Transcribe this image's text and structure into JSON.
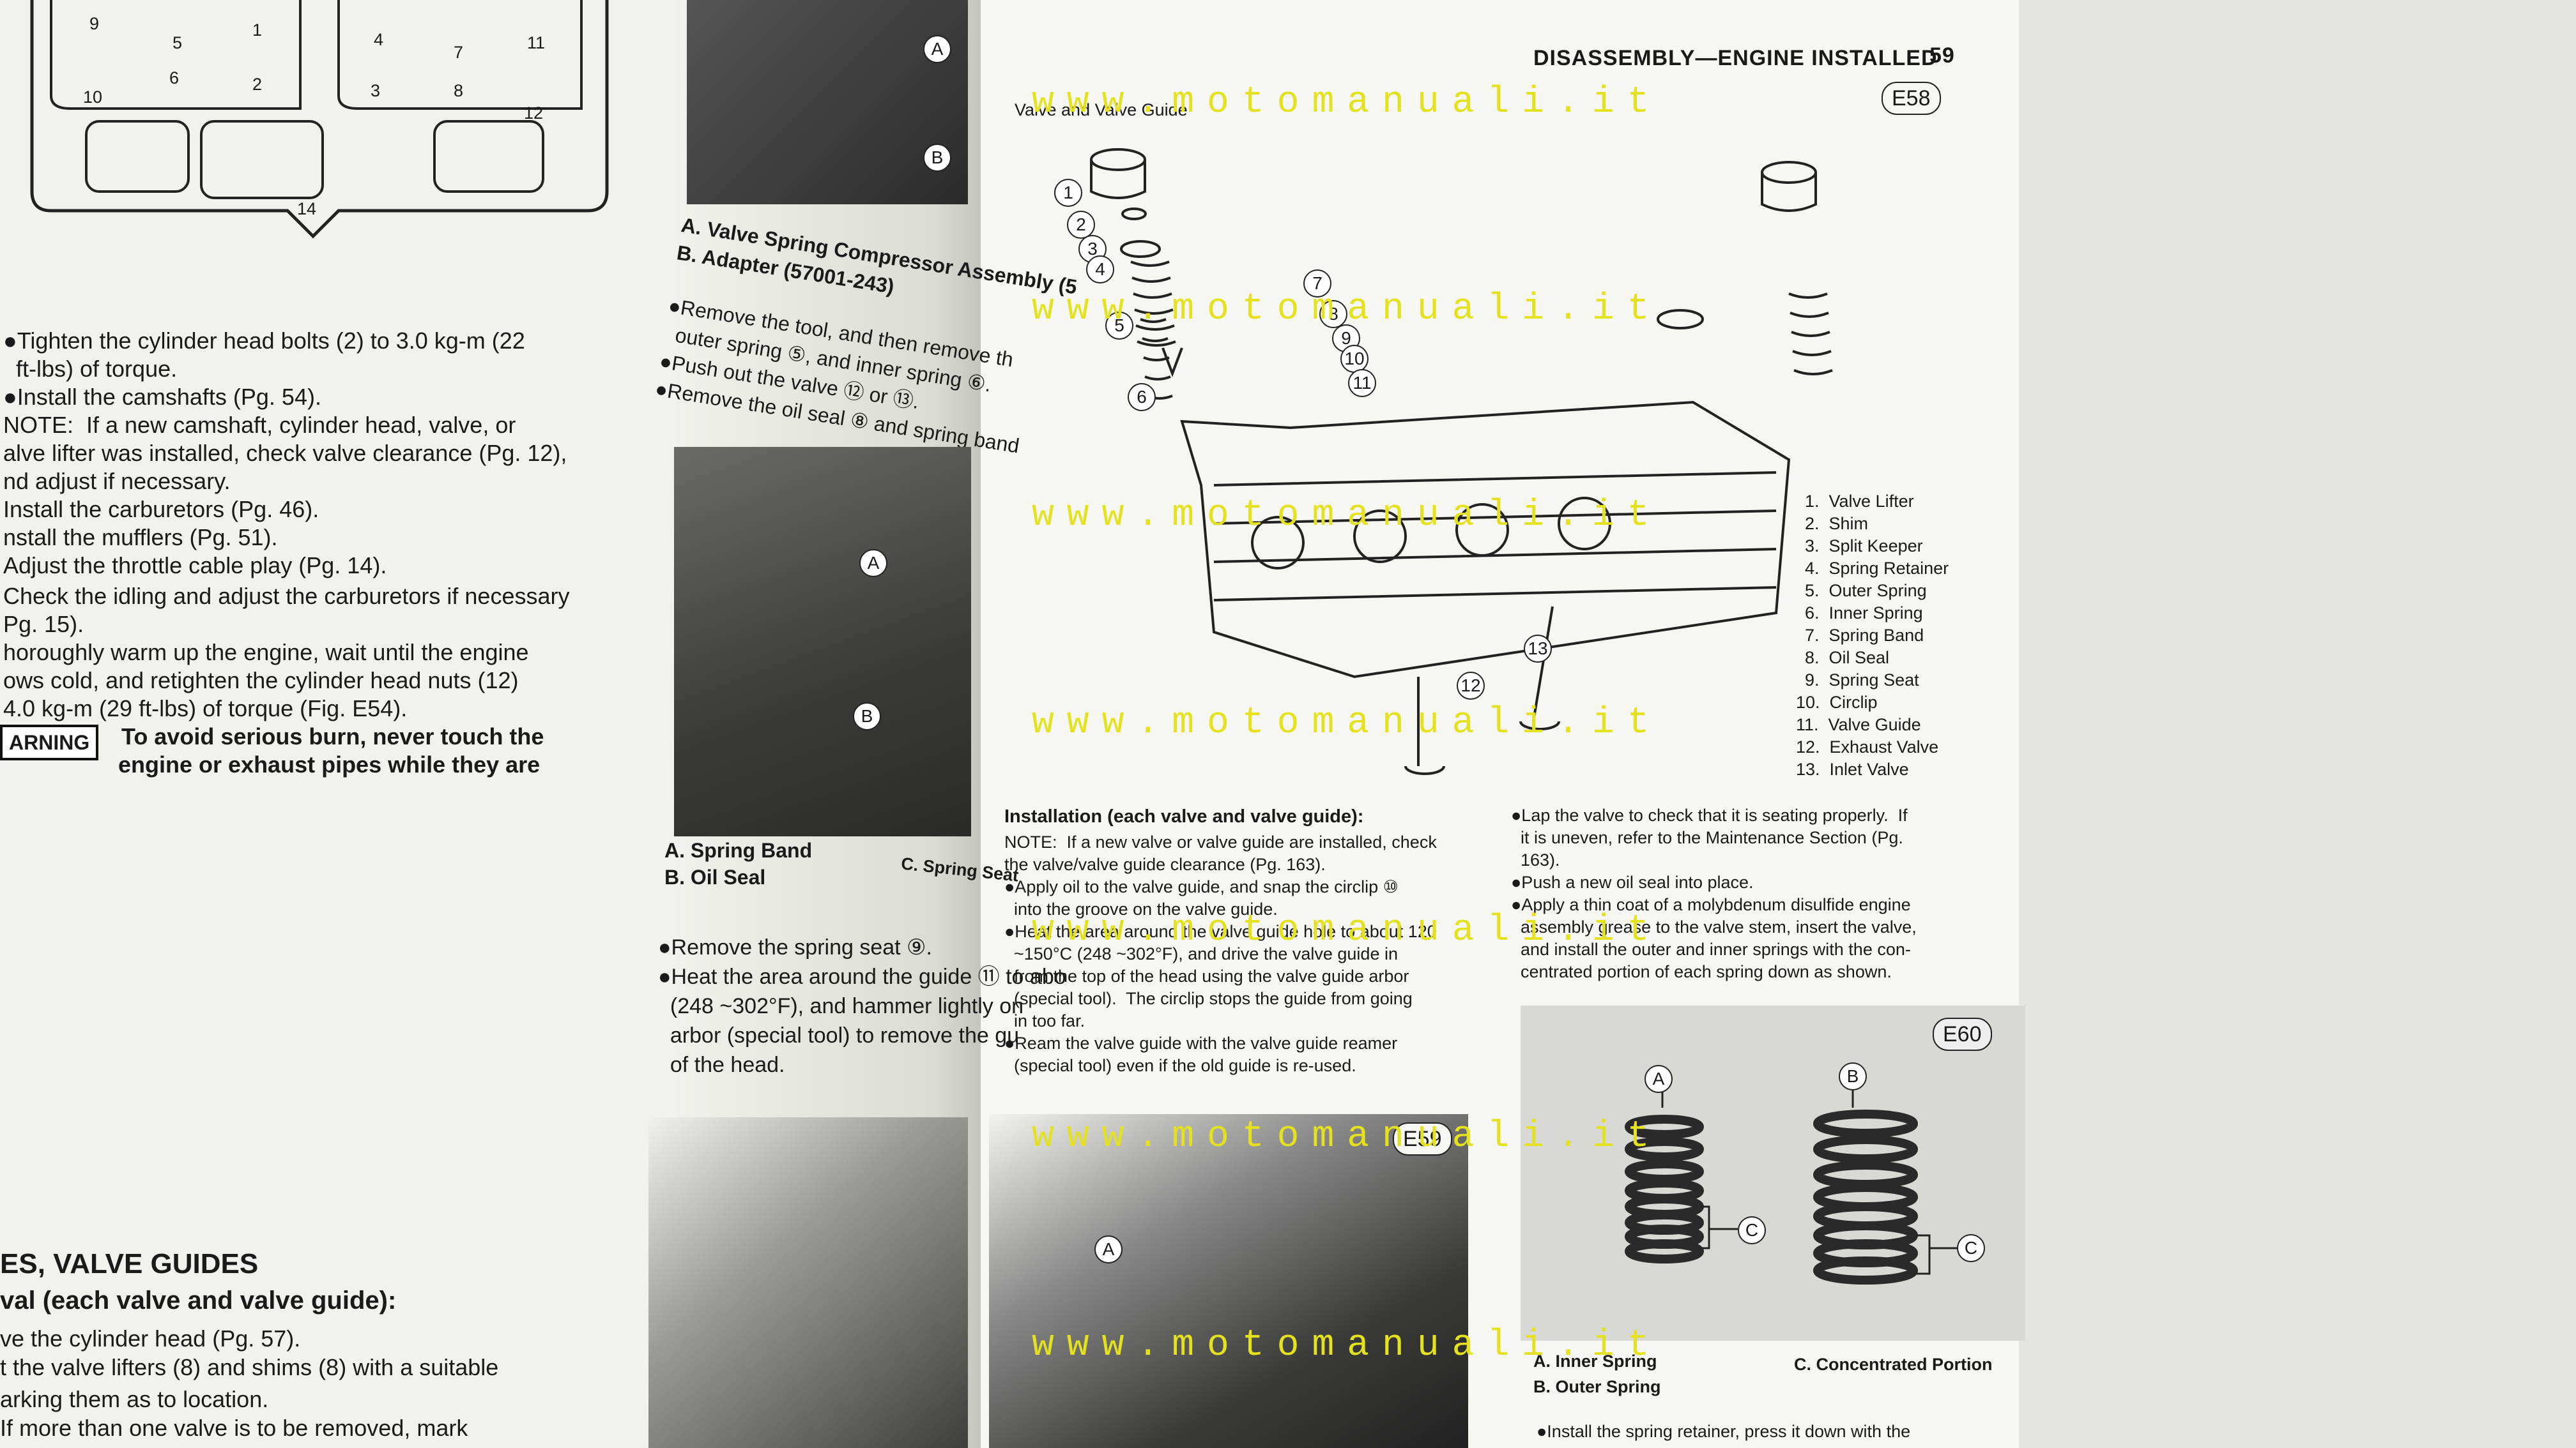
{
  "left_page": {
    "lines": [
      "●Tighten the cylinder head bolts (2) to 3.0 kg-m (22",
      "  ft-lbs) of torque.",
      "●Install the camshafts (Pg. 54).",
      "NOTE:  If a new camshaft, cylinder head, valve, or",
      "alve lifter was installed, check valve clearance (Pg. 12),",
      "nd adjust if necessary.",
      "Install the carburetors (Pg. 46).",
      "nstall the mufflers (Pg. 51).",
      "Adjust the throttle cable play (Pg. 14).",
      "Check the idling and adjust the carburetors if necessary",
      "Pg. 15).",
      "horoughly warm up the engine, wait until the engine",
      "ows cold, and retighten the cylinder head nuts (12)",
      "4.0 kg-m (29 ft-lbs) of torque (Fig. E54)."
    ],
    "warning_label": "ARNING",
    "warning_lines": [
      "To avoid serious burn, never touch the",
      "engine or exhaust pipes while they are"
    ],
    "section_heading": "ES, VALVE GUIDES",
    "subheading": "val (each valve and valve guide):",
    "bottom_lines": [
      "ve the cylinder head (Pg. 57).",
      "t the valve lifters (8) and shims (8) with a suitable",
      "arking them as to location.",
      "If more than one valve is to be removed, mark"
    ],
    "diagram_labels": [
      "9",
      "5",
      "1",
      "4",
      "7",
      "11",
      "6",
      "2",
      "10",
      "8",
      "12",
      "3",
      "14"
    ]
  },
  "middle_column": {
    "caption_top": [
      "A. Valve Spring Compressor Assembly (5",
      "B. Adapter (57001-243)"
    ],
    "steps_top": [
      "●Remove the tool, and then remove th",
      "  outer spring ⑤, and inner spring ⑥.",
      "●Push out the valve ⑫ or ⑬.",
      "●Remove the oil seal ⑧ and spring band"
    ],
    "photo_labels": [
      "A",
      "B"
    ],
    "caption_mid": [
      "A. Spring Band",
      "B. Oil Seal"
    ],
    "caption_mid_right": "C. Spring Seat",
    "steps_mid": [
      "●Remove the spring seat ⑨.",
      "●Heat the area around the guide ⑪ to abo",
      "  (248 ~302°F), and hammer lightly on",
      "  arbor (special tool) to remove the gu",
      "  of the head."
    ],
    "top_photo_labels": [
      "A",
      "B"
    ]
  },
  "right_page": {
    "header": "DISASSEMBLY—ENGINE INSTALLED",
    "page_number": "59",
    "figure_title": "Valve and Valve Guide",
    "fig_e58": "E58",
    "parts_list": [
      "1.  Valve Lifter",
      "2.  Shim",
      "3.  Split Keeper",
      "4.  Spring Retainer",
      "5.  Outer Spring",
      "6.  Inner Spring",
      "7.  Spring Band",
      "8.  Oil Seal",
      "9.  Spring Seat",
      "10.  Circlip",
      "11.  Valve Guide",
      "12.  Exhaust Valve",
      "13.  Inlet Valve"
    ],
    "installation_heading": "Installation (each valve and valve guide):",
    "installation_lines": [
      "NOTE:  If a new valve or valve guide are installed, check",
      "the valve/valve guide clearance (Pg. 163).",
      "●Apply oil to the valve guide, and snap the circlip ⑩",
      "  into the groove on the valve guide.",
      "●Heat the area around the valve guide hole to about 120",
      "  ~150°C (248 ~302°F), and drive the valve guide in",
      "  from the top of the head using the valve guide arbor",
      "  (special tool).  The circlip stops the guide from going",
      "  in too far.",
      "●Ream the valve guide with the valve guide reamer",
      "  (special tool) even if the old guide is re-used."
    ],
    "col2_lines": [
      "●Lap the valve to check that it is seating properly.  If",
      "  it is uneven, refer to the Maintenance Section (Pg.",
      "  163).",
      "●Push a new oil seal into place.",
      "●Apply a thin coat of a molybdenum disulfide engine",
      "  assembly grease to the valve stem, insert the valve,",
      "  and install the outer and inner springs with the con-",
      "  centrated portion of each spring down as shown."
    ],
    "fig_e59": "E59",
    "fig_e60": "E60",
    "e59_label": "A",
    "e60_labels": [
      "A",
      "B",
      "C",
      "C"
    ],
    "e60_caption": [
      "A. Inner Spring",
      "B. Outer Spring"
    ],
    "e60_caption_right": "C. Concentrated Portion",
    "bottom_line": "●Install the spring retainer, press it down with the",
    "diagram_numbers": [
      "1",
      "2",
      "3",
      "4",
      "5",
      "6",
      "7",
      "8",
      "9",
      "10",
      "11",
      "12",
      "13"
    ]
  },
  "watermark": "www.motomanuali.it"
}
